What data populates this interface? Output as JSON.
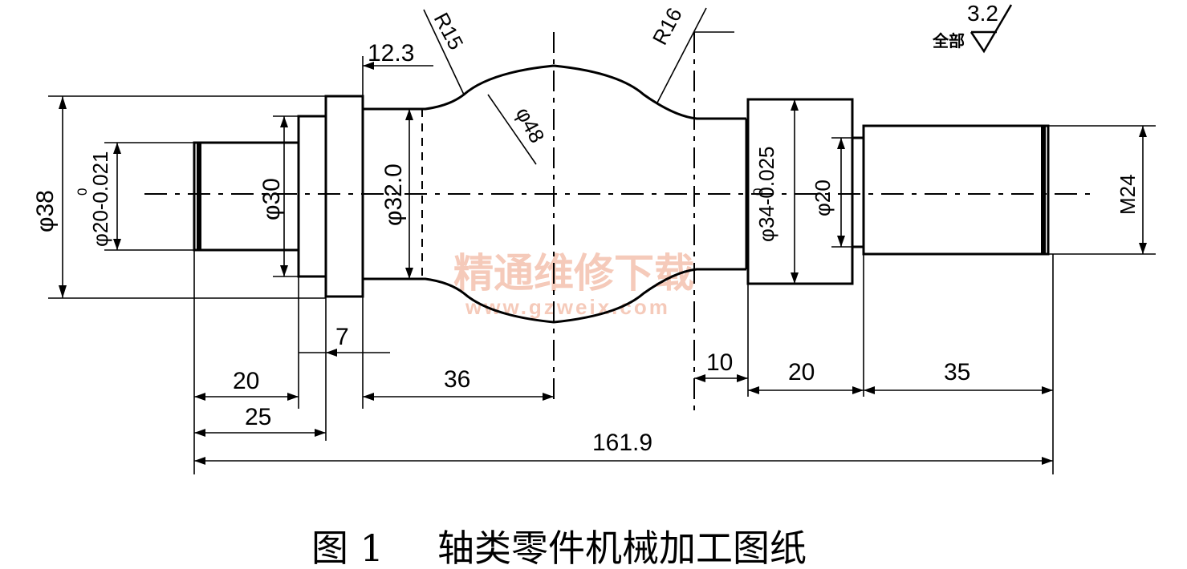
{
  "caption": {
    "figure": "图 1",
    "title": "轴类零件机械加工图纸"
  },
  "roughness": {
    "value": "3.2",
    "label": "全部"
  },
  "watermark": {
    "text": "精通维修下载",
    "url": "www.gzweix.com"
  },
  "dimensions": {
    "d38": "φ38",
    "d20_tol": "φ20-0.021",
    "d20_tol_upper": "0",
    "d30": "φ30",
    "d32": "φ32.0",
    "d48": "φ48",
    "d34_tol": "φ34-0.025",
    "d34_tol_upper": "0",
    "d20": "φ20",
    "m24": "M24",
    "r15": "R15",
    "r16": "R16",
    "l12_3": "12.3",
    "l7": "7",
    "l20_left": "20",
    "l25": "25",
    "l36": "36",
    "l10": "10",
    "l20_right": "20",
    "l35": "35",
    "l161_9": "161.9"
  }
}
